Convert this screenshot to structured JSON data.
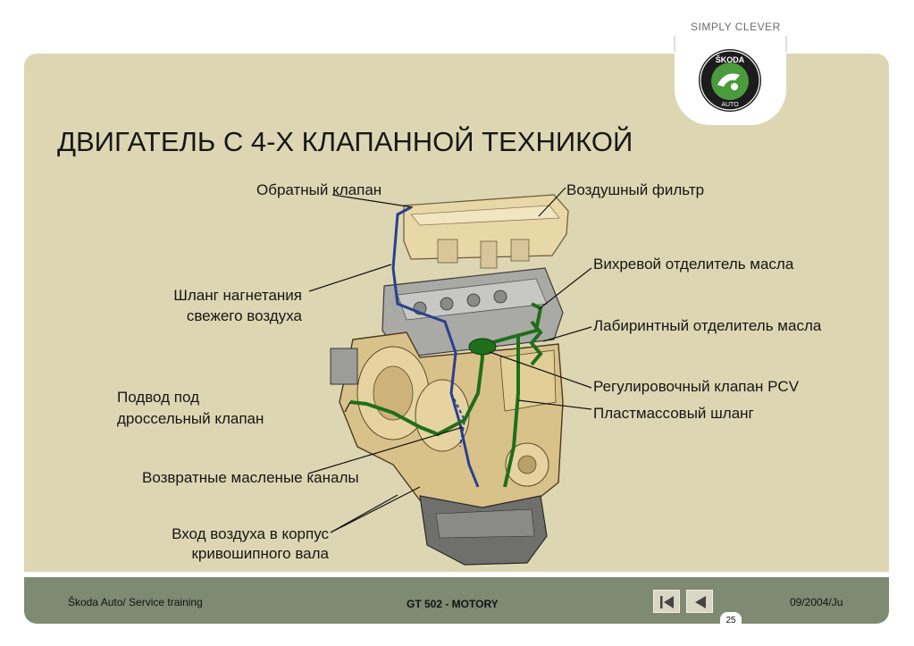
{
  "header": {
    "slogan": "SIMPLY CLEVER",
    "logo_text_top": "ŠKODA",
    "logo_text_bottom": "AUTO"
  },
  "title": "ДВИГАТЕЛЬ С 4-Х КЛАПАННОЙ ТЕХНИКОЙ",
  "labels": {
    "check_valve": "Обратный клапан",
    "air_filter": "Воздушный фильтр",
    "fresh_air_hose_1": "Шланг нагнетания",
    "fresh_air_hose_2": "свежего воздуха",
    "cyclone_separator": "Вихревой отделитель масла",
    "labyrinth_separator": "Лабиринтный отделитель масла",
    "throttle_feed_1": "Подвод под",
    "throttle_feed_2": "дроссельный клапан",
    "pcv_valve": "Регулировочный клапан PCV",
    "plastic_hose": "Пластмассовый шланг",
    "oil_return": "Возвратные масленые каналы",
    "crankcase_air_1": "Вход воздуха в корпус",
    "crankcase_air_2": "кривошипного вала"
  },
  "footer": {
    "left": "Škoda Auto/ Service training",
    "center": "GT 502 - MOTORY",
    "right": "09/2004/Ju",
    "page": "25"
  },
  "colors": {
    "panel": "#ddd6b2",
    "footer": "#7f8a72",
    "logo_green": "#4a9b3c",
    "hose_green": "#1f6e1a",
    "hose_blue": "#2a3f8f"
  }
}
